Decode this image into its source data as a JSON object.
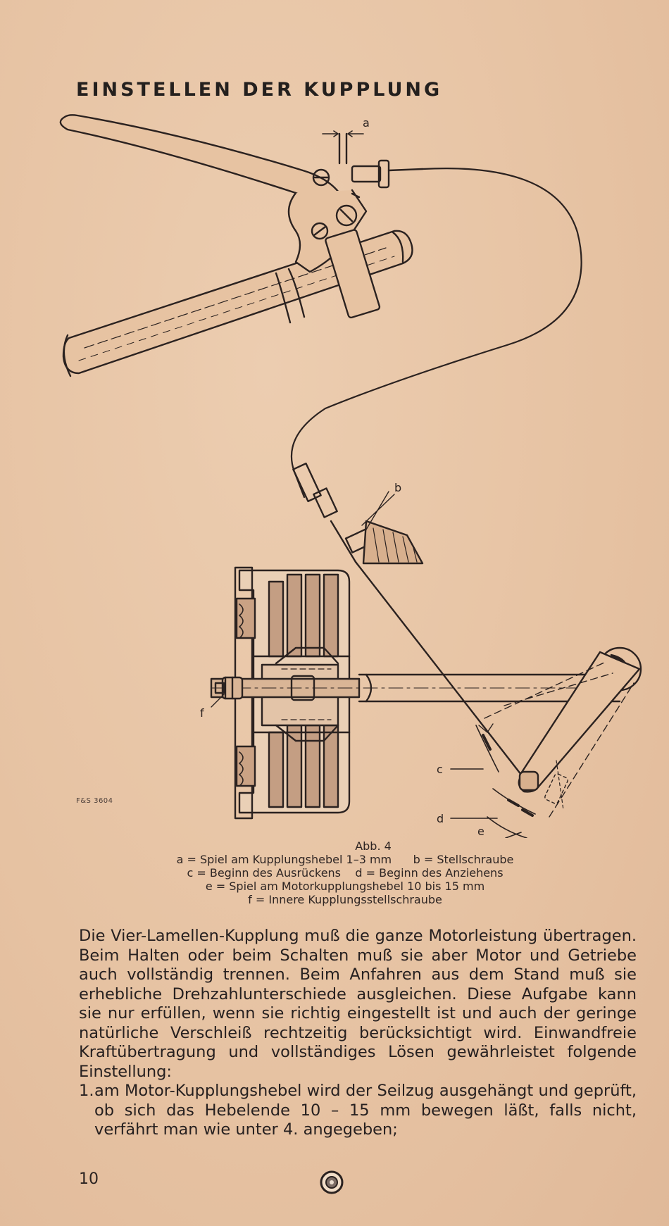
{
  "heading": "EINSTELLEN DER KUPPLUNG",
  "figure": {
    "labels": {
      "a": "a",
      "b": "b",
      "c": "c",
      "d": "d",
      "e": "e",
      "f": "f"
    },
    "code": "F&S 3604",
    "title": "Abb. 4",
    "legend": [
      "a = Spiel am Kupplungshebel 1–3 mm      b = Stellschraube",
      "c = Beginn des Ausrückens    d = Beginn des Anziehens",
      "e = Spiel am Motorkupplungshebel 10 bis 15 mm",
      "f = Innere Kupplungsstellschraube"
    ]
  },
  "body": {
    "paragraph": "Die Vier-Lamellen-Kupplung muß die ganze Motorleistung übertragen. Beim Halten oder beim Schalten muß sie aber Motor und Getriebe auch vollständig trennen. Beim Anfahren aus dem Stand muß sie erhebliche Drehzahlunterschiede ausgleichen. Diese Aufgabe kann sie nur erfüllen, wenn sie richtig eingestellt ist und auch der geringe natürliche Verschleiß rechtzeitig berücksichtigt wird. Einwandfreie Kraftübertragung und vollständiges Lösen gewährleistet folgende Einstellung:",
    "list": [
      {
        "number": "1.",
        "text": "am Motor-Kupplungshebel wird der Seilzug ausgehängt und geprüft, ob sich das Hebelende 10 – 15 mm bewegen läßt, falls nicht, verfährt man wie unter 4. angegeben;"
      }
    ]
  },
  "page_number": "10",
  "colors": {
    "paper": "#e9c7a8",
    "ink": "#2b2220"
  }
}
